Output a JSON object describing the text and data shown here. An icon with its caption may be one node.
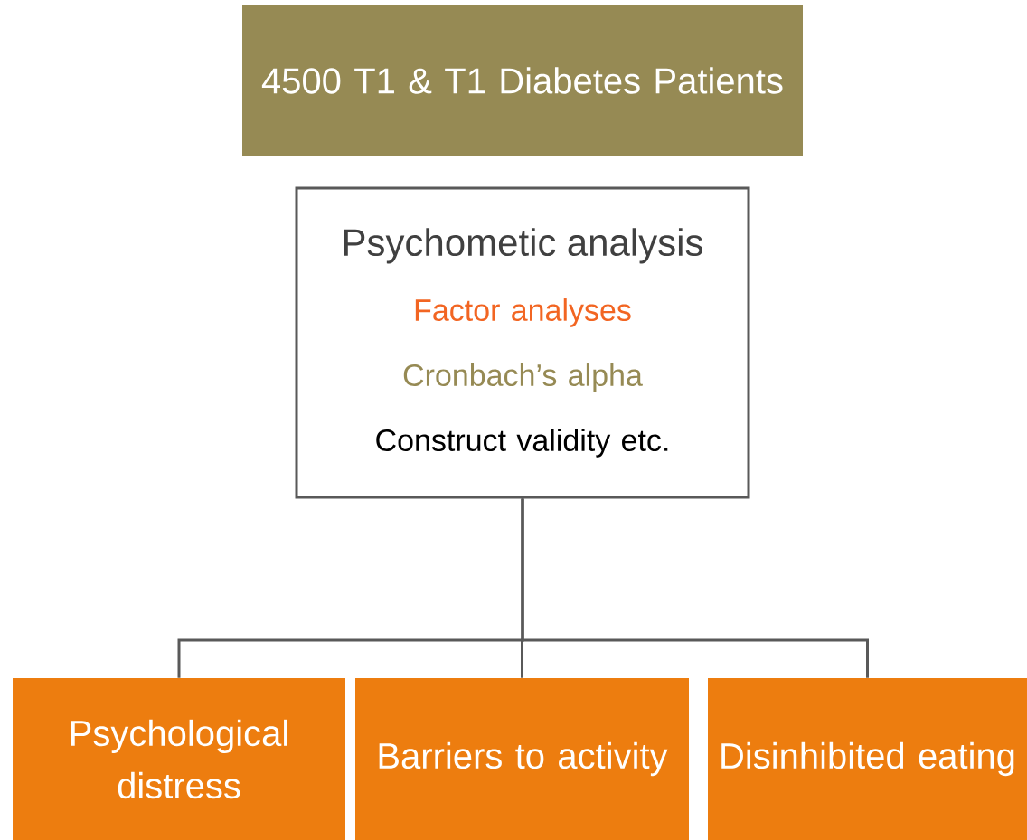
{
  "diagram": {
    "nodes": [
      {
        "text": [
          "4500 T1 & T1 Diabetes Patients"
        ]
      },
      {
        "text": [
          "Psychometic analysis",
          "Factor analyses",
          "Cronbach’s alpha",
          "Construct validity etc."
        ]
      },
      {
        "text": [
          "Psychological distress"
        ]
      },
      {
        "text": [
          "Barriers to activity"
        ]
      },
      {
        "text": [
          "Disinhibited eating"
        ]
      }
    ],
    "edges": [
      {
        "from": 1,
        "to": 2,
        "arrow": "none"
      },
      {
        "from": 1,
        "to": 3,
        "arrow": "none"
      },
      {
        "from": 1,
        "to": 4,
        "arrow": "none"
      }
    ]
  }
}
